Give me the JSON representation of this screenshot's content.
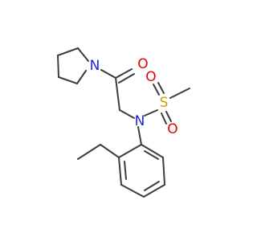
{
  "colors": {
    "bond": "#3c3c3c",
    "nitrogen": "#1f1fe6",
    "oxygen": "#e60000",
    "sulfur": "#c8a000",
    "background": "#ffffff"
  },
  "atoms": {
    "pyrrolidine_n": "N",
    "carbonyl_o": "O",
    "sulfonamide_n": "N",
    "sulfur": "S",
    "sulfonyl_o_top": "O",
    "sulfonyl_o_bottom": "O"
  }
}
